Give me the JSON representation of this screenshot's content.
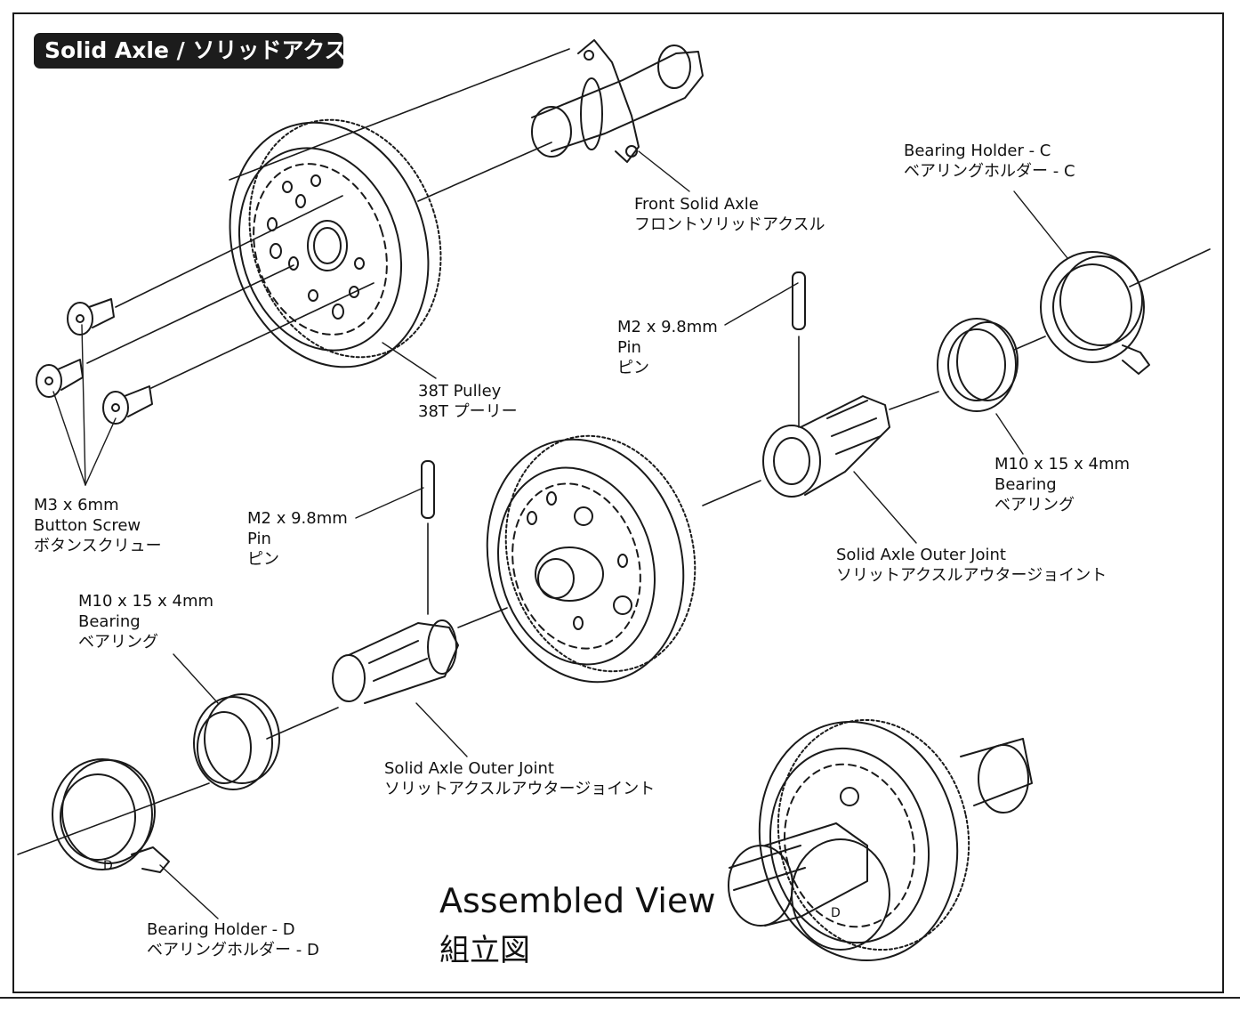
{
  "title": "Solid Axle / ソリッドアクスル",
  "labels": {
    "front_axle": [
      "Front Solid Axle",
      "フロントソリッドアクスル"
    ],
    "bearing_holder_c": [
      "Bearing Holder - C",
      "ベアリングホルダー - C"
    ],
    "pin_upper": [
      "M2 x 9.8mm",
      "Pin",
      "ピン"
    ],
    "pulley": [
      "38T Pulley",
      "38T プーリー"
    ],
    "screw": [
      "M3 x 6mm",
      "Button Screw",
      "ボタンスクリュー"
    ],
    "bearing_right": [
      "M10 x 15 x 4mm",
      "Bearing",
      "ベアリング"
    ],
    "outer_joint_right": [
      "Solid Axle Outer Joint",
      "ソリットアクスルアウタージョイント"
    ],
    "pin_lower": [
      "M2 x 9.8mm",
      "Pin",
      "ピン"
    ],
    "bearing_left": [
      "M10 x 15 x 4mm",
      "Bearing",
      "ベアリング"
    ],
    "outer_joint_left": [
      "Solid Axle Outer Joint",
      "ソリットアクスルアウタージョイント"
    ],
    "bearing_holder_d": [
      "Bearing Holder - D",
      "ベアリングホルダー - D"
    ]
  },
  "part_marks": {
    "holder_d_letter": "D",
    "assembled_d_letter": "D"
  },
  "assembled_view": {
    "english": "Assembled View",
    "japanese": "組立図"
  }
}
